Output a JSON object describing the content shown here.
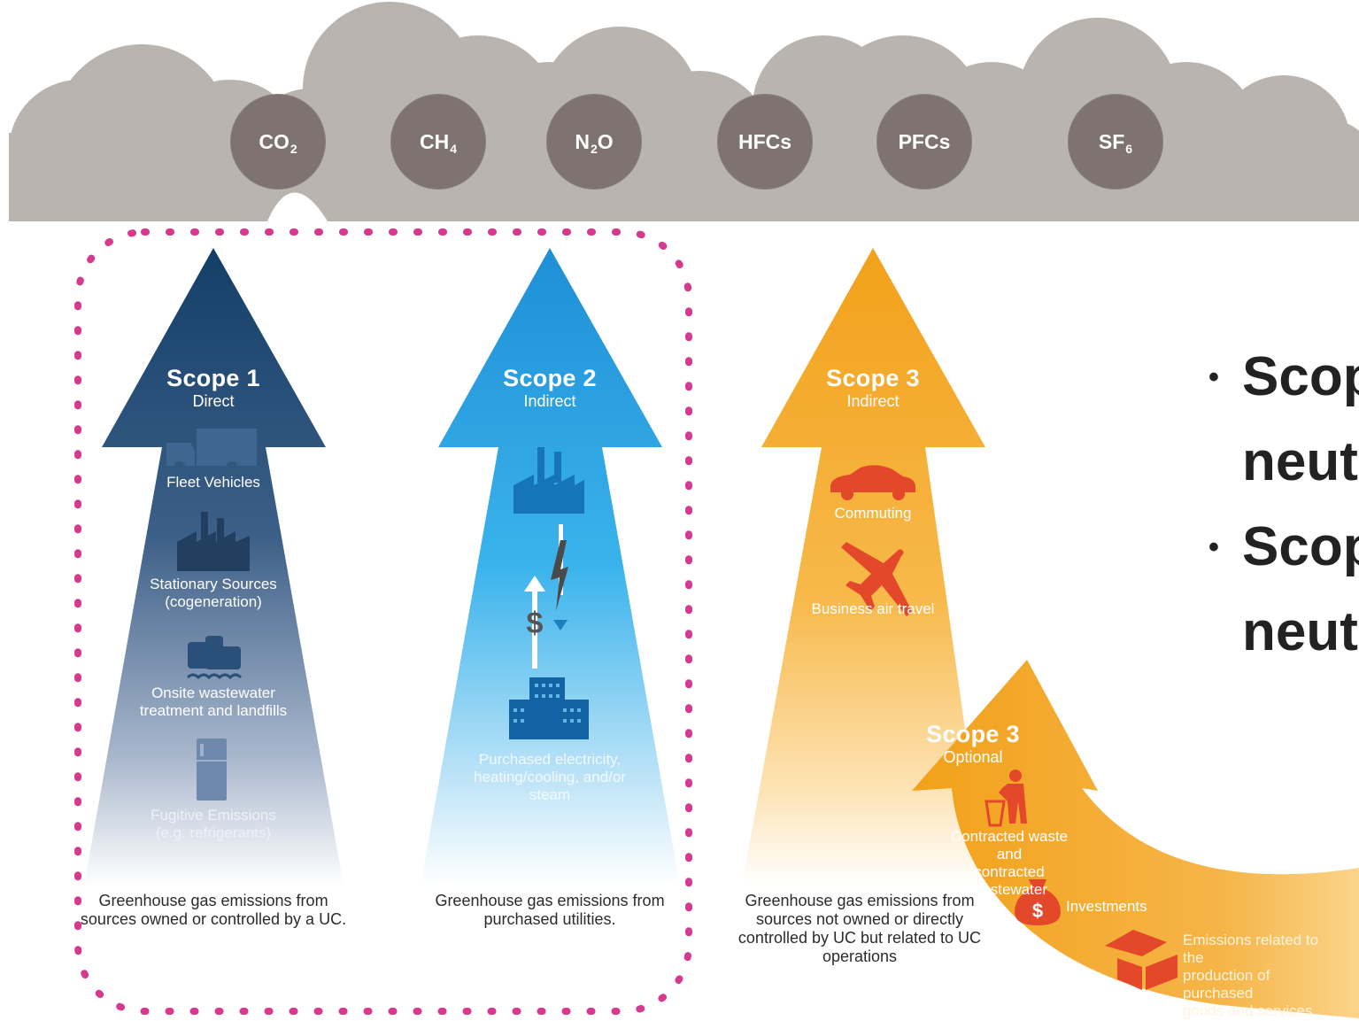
{
  "gases": [
    {
      "base": "CO",
      "sub": "2"
    },
    {
      "base": "CH",
      "sub": "4"
    },
    {
      "base": "N",
      "sub": "2",
      "tail": "O"
    },
    {
      "base": "HFCs"
    },
    {
      "base": "PFCs"
    },
    {
      "base": "SF",
      "sub": "6"
    }
  ],
  "scope1": {
    "title": "Scope 1",
    "subtitle": "Direct",
    "items": [
      "Fleet Vehicles",
      "Stationary Sources",
      "(cogeneration)",
      "Onsite wastewater",
      "treatment and landfills",
      "Fugitive Emissions",
      "(e.g. refrigerants)"
    ],
    "caption": [
      "Greenhouse gas emissions from",
      "sources owned or controlled by a UC."
    ]
  },
  "scope2": {
    "title": "Scope 2",
    "subtitle": "Indirect",
    "items": [
      "Purchased electricity,",
      "heating/cooling, and/or",
      "steam"
    ],
    "caption": [
      "Greenhouse gas emissions from",
      "purchased utilities."
    ]
  },
  "scope3": {
    "title": "Scope 3",
    "subtitle": "Indirect",
    "items": [
      "Commuting",
      "Business air travel"
    ],
    "caption": [
      "Greenhouse gas emissions from",
      "sources not owned or directly",
      "controlled by UC but related to UC",
      "operations"
    ]
  },
  "scope3_optional": {
    "title": "Scope 3",
    "subtitle": "Optional",
    "items": [
      "Contracted waste and",
      "contracted wastewater",
      "Investments",
      "Emissions related to the",
      "production of purchased",
      "goods and services"
    ]
  },
  "bullets": [
    {
      "line1": "Scop",
      "line2": "neut"
    },
    {
      "line1": "Scop",
      "line2": "neut"
    }
  ],
  "colors": {
    "cloud": "#b8b3ae",
    "gas_circle": "#7e7370",
    "scope1": "#1e4f7c",
    "scope2": "#2aa3e0",
    "scope3": "#f3a51c",
    "dashed_border": "#d63a8e"
  }
}
